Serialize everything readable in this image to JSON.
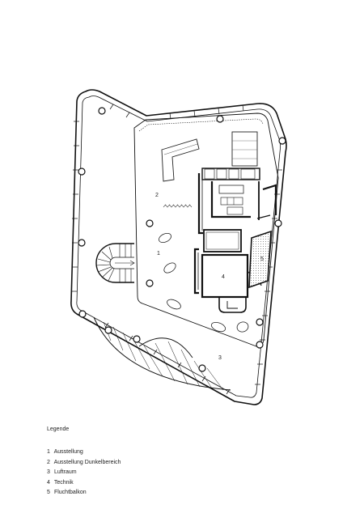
{
  "plan": {
    "room_numbers": [
      "1",
      "2",
      "3",
      "4",
      "5"
    ]
  },
  "legend": {
    "title": "Legende",
    "items": [
      {
        "number": "1",
        "label": "Ausstellung"
      },
      {
        "number": "2",
        "label": "Ausstellung Dunkelbereich"
      },
      {
        "number": "3",
        "label": "Luftraum"
      },
      {
        "number": "4",
        "label": "Technik"
      },
      {
        "number": "5",
        "label": "Fluchtbalkon"
      }
    ]
  }
}
